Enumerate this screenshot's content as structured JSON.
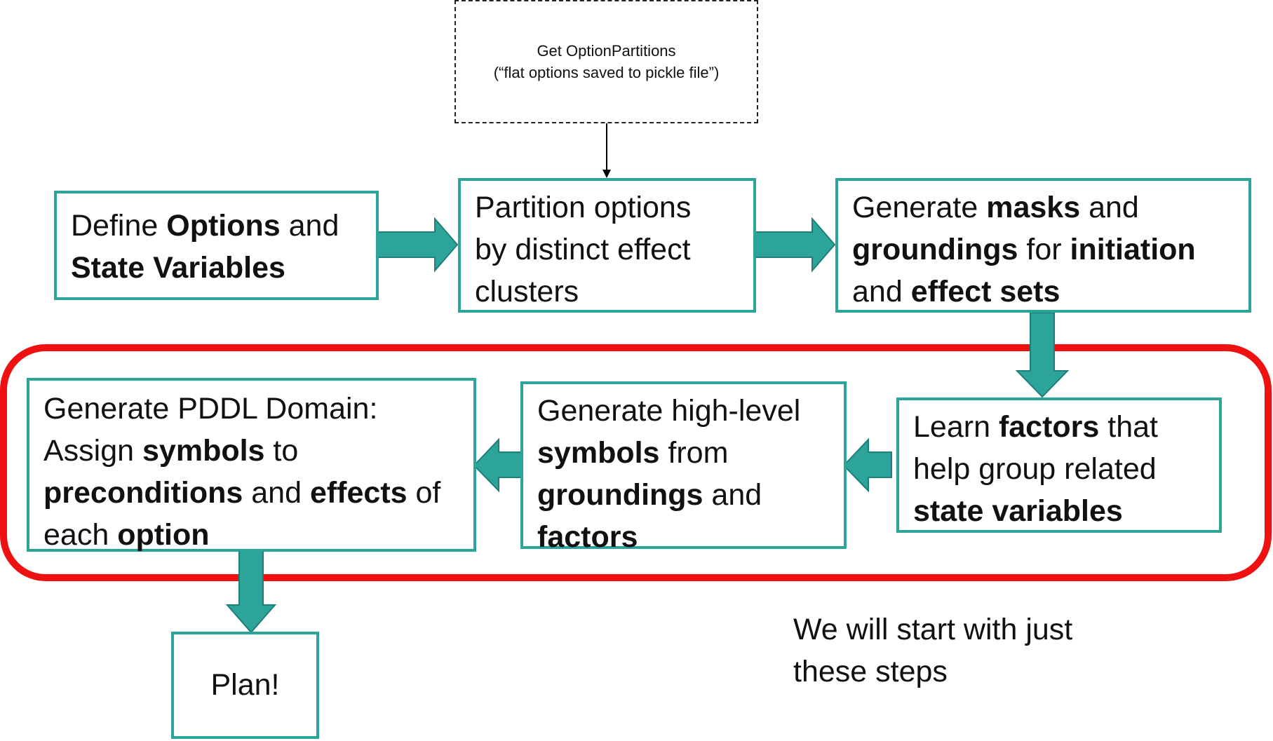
{
  "note": {
    "line1": "Get OptionPartitions",
    "line2": "(“flat options saved to pickle file”)"
  },
  "boxes": {
    "define": {
      "segs": [
        [
          "Define ",
          false
        ],
        [
          "Options",
          true
        ],
        [
          " and",
          false
        ],
        [
          "\n",
          false
        ],
        [
          "State Variables",
          true
        ]
      ]
    },
    "partition": {
      "segs": [
        [
          "Partition options",
          false
        ],
        [
          "\n",
          false
        ],
        [
          "by distinct effect",
          false
        ],
        [
          "\n",
          false
        ],
        [
          "clusters",
          false
        ]
      ]
    },
    "masks": {
      "segs": [
        [
          "Generate ",
          false
        ],
        [
          "masks",
          true
        ],
        [
          " and",
          false
        ],
        [
          "\n",
          false
        ],
        [
          "groundings",
          true
        ],
        [
          " for ",
          false
        ],
        [
          "initiation",
          true
        ],
        [
          "\n",
          false
        ],
        [
          "and ",
          false
        ],
        [
          "effect sets",
          true
        ]
      ]
    },
    "factors": {
      "segs": [
        [
          "Learn ",
          false
        ],
        [
          "factors",
          true
        ],
        [
          " that",
          false
        ],
        [
          "\n",
          false
        ],
        [
          "help group related",
          false
        ],
        [
          "\n",
          false
        ],
        [
          "state variables",
          true
        ]
      ]
    },
    "symbols": {
      "segs": [
        [
          "Generate high-level",
          false
        ],
        [
          "\n",
          false
        ],
        [
          "symbols",
          true
        ],
        [
          " from",
          false
        ],
        [
          "\n",
          false
        ],
        [
          "groundings",
          true
        ],
        [
          " and",
          false
        ],
        [
          "\n",
          false
        ],
        [
          "factors",
          true
        ]
      ]
    },
    "pddl": {
      "segs": [
        [
          "Generate PDDL Domain:",
          false
        ],
        [
          "\n",
          false
        ],
        [
          "Assign ",
          false
        ],
        [
          "symbols",
          true
        ],
        [
          " to",
          false
        ],
        [
          "\n",
          false
        ],
        [
          "preconditions",
          true
        ],
        [
          " and ",
          false
        ],
        [
          "effects",
          true
        ],
        [
          " of",
          false
        ],
        [
          "\n",
          false
        ],
        [
          "each ",
          false
        ],
        [
          "option",
          true
        ]
      ]
    },
    "plan": {
      "label": "Plan!"
    }
  },
  "caption": {
    "line1": "We will start with just",
    "line2": "these steps"
  },
  "colors": {
    "box_border": "#2ca49a",
    "arrow_fill": "#2ca49a",
    "arrow_stroke": "#1f7f78",
    "highlight": "#ee1111"
  }
}
